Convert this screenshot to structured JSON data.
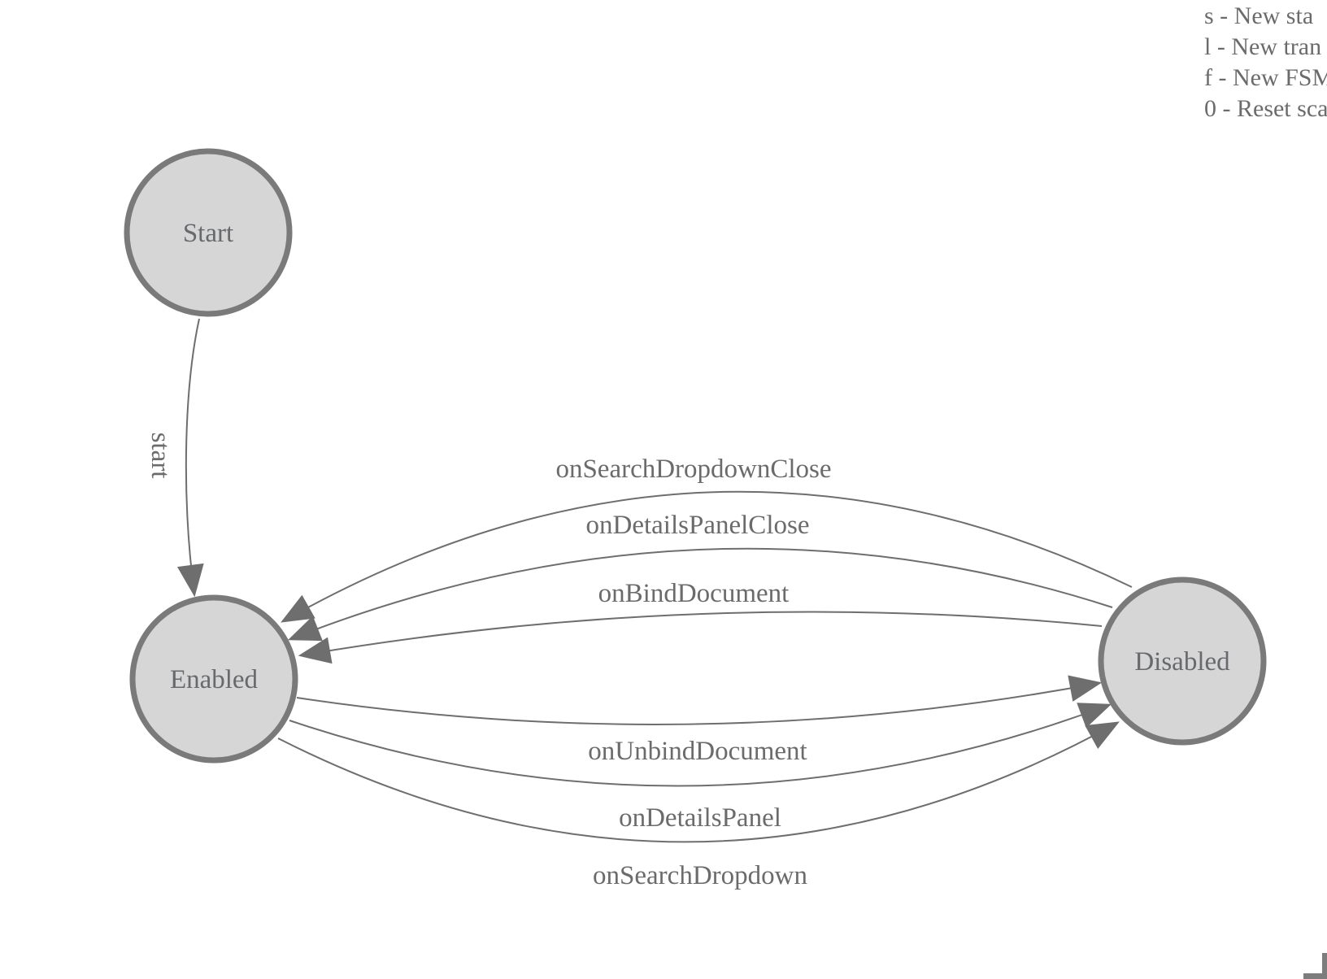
{
  "legend": {
    "lines": [
      "s - New sta",
      "l - New tran",
      "f - New FSM",
      "0 - Reset sca"
    ]
  },
  "states": [
    {
      "label": "Start"
    },
    {
      "label": "Enabled"
    },
    {
      "label": "Disabled"
    }
  ],
  "transitions": [
    {
      "label": "start",
      "from": "Start",
      "to": "Enabled"
    },
    {
      "label": "onSearchDropdownClose",
      "from": "Disabled",
      "to": "Enabled"
    },
    {
      "label": "onDetailsPanelClose",
      "from": "Disabled",
      "to": "Enabled"
    },
    {
      "label": "onBindDocument",
      "from": "Disabled",
      "to": "Enabled"
    },
    {
      "label": "onUnbindDocument",
      "from": "Enabled",
      "to": "Disabled"
    },
    {
      "label": "onDetailsPanel",
      "from": "Enabled",
      "to": "Disabled"
    },
    {
      "label": "onSearchDropdown",
      "from": "Enabled",
      "to": "Disabled"
    }
  ],
  "colors": {
    "background": "#ffffff",
    "state_fill": "#d6d6d6",
    "state_stroke": "#7a7a7a",
    "edge_stroke": "#6e6e6e",
    "arrowhead": "#6e6e6e",
    "label_text": "#6b6b6b"
  }
}
